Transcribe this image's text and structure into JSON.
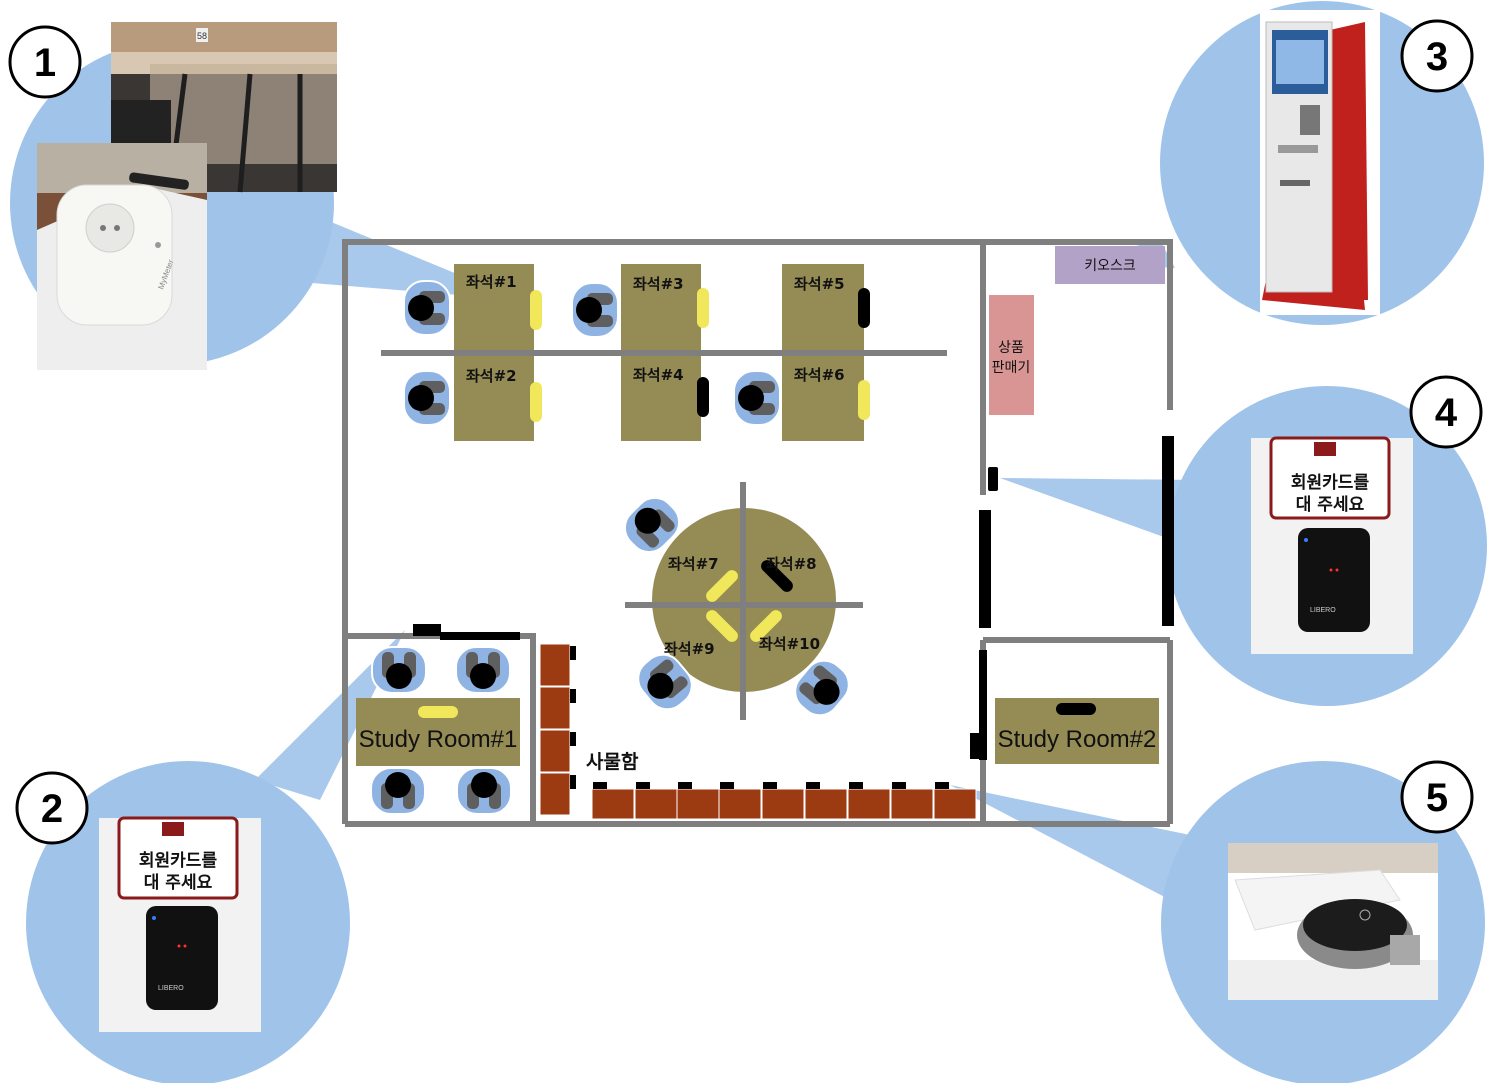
{
  "callouts": [
    "1",
    "2",
    "3",
    "4",
    "5"
  ],
  "seats": {
    "s1": "좌석#1",
    "s2": "좌석#2",
    "s3": "좌석#3",
    "s4": "좌석#4",
    "s5": "좌석#5",
    "s6": "좌석#6",
    "s7": "좌석#7",
    "s8": "좌석#8",
    "s9": "좌석#9",
    "s10": "좌석#10"
  },
  "areas": {
    "kiosk": "키오스크",
    "vending_line1": "상품",
    "vending_line2": "판매기",
    "lockers": "사물함",
    "study_room_1": "Study Room#1",
    "study_room_2": "Study Room#2"
  },
  "reader_sign": {
    "line1": "회원카드를",
    "line2": "대 주세요",
    "brand": "LIBERO"
  },
  "plug_brand": "MyMeter",
  "photo_room_number": "58",
  "colors": {
    "callout_bg": "#9fc3e9",
    "wall": "#7f7f7f",
    "table": "#958c55",
    "indicator_on": "#f0e85a",
    "indicator_off": "#000000",
    "chair_outline": "#8fb4e3",
    "chair_seat": "#5f5f5f",
    "kiosk": "#b3a2c7",
    "vending": "#d99594",
    "locker": "#9c3a12"
  }
}
